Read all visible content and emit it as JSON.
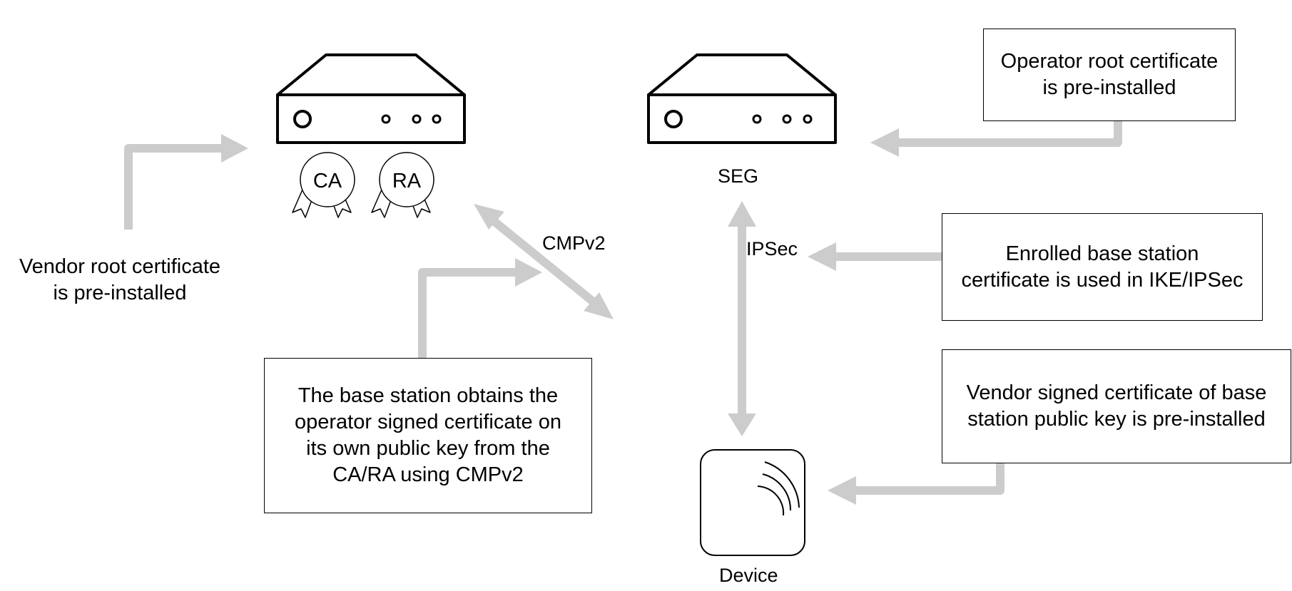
{
  "nodes": {
    "seg_label": "SEG",
    "device_label": "Device",
    "ca_badge": "CA",
    "ra_badge": "RA"
  },
  "links": {
    "cmpv2": "CMPv2",
    "ipsec": "IPSec"
  },
  "notes": {
    "vendor_root": [
      "Vendor root certificate",
      "is pre-installed"
    ],
    "operator_root": [
      "Operator root certificate",
      "is pre-installed"
    ],
    "enrolled": [
      "Enrolled base station",
      "certificate is used in IKE/IPSec"
    ],
    "vendor_signed": [
      "Vendor signed certificate of base",
      "station public key is pre-installed"
    ],
    "obtains": [
      "The base station obtains the",
      "operator signed certificate on",
      "its own public key from the",
      "CA/RA using CMPv2"
    ]
  },
  "colors": {
    "arrow": "#cccccc",
    "stroke": "#000000",
    "background": "#ffffff"
  },
  "icons": [
    "server-icon",
    "certificate-badge-icon",
    "base-station-device-icon",
    "wireless-signal-icon"
  ]
}
